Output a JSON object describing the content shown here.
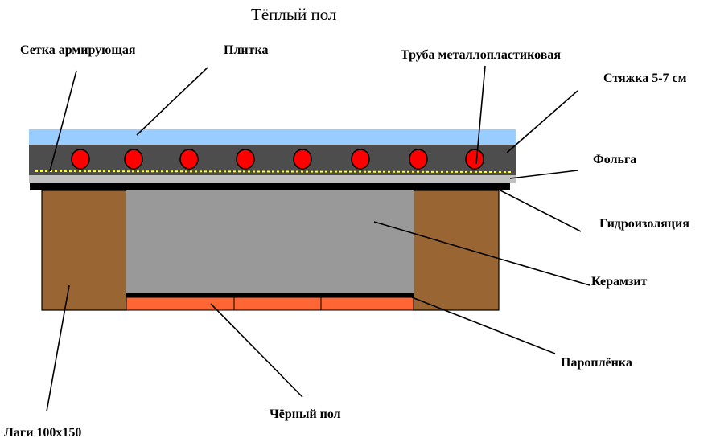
{
  "title": "Тёплый пол",
  "labels": {
    "mesh": "Сетка армирующая",
    "tile": "Плитка",
    "pipe": "Труба металлопластиковая",
    "screed": "Стяжка 5-7 см",
    "foil": "Фольга",
    "waterproofing": "Гидроизоляция",
    "claydite": "Керамзит",
    "vapor_film": "Пароплёнка",
    "subfloor": "Чёрный пол",
    "joists": "Лаги 100х150"
  },
  "colors": {
    "tile": "#99ccff",
    "screed": "#4d4d4d",
    "pipe": "#ff0000",
    "mesh": "#ffff33",
    "foil": "#c0c0c0",
    "waterproofing": "#000000",
    "joist": "#996633",
    "claydite": "#999999",
    "subfloor": "#ff6633"
  }
}
